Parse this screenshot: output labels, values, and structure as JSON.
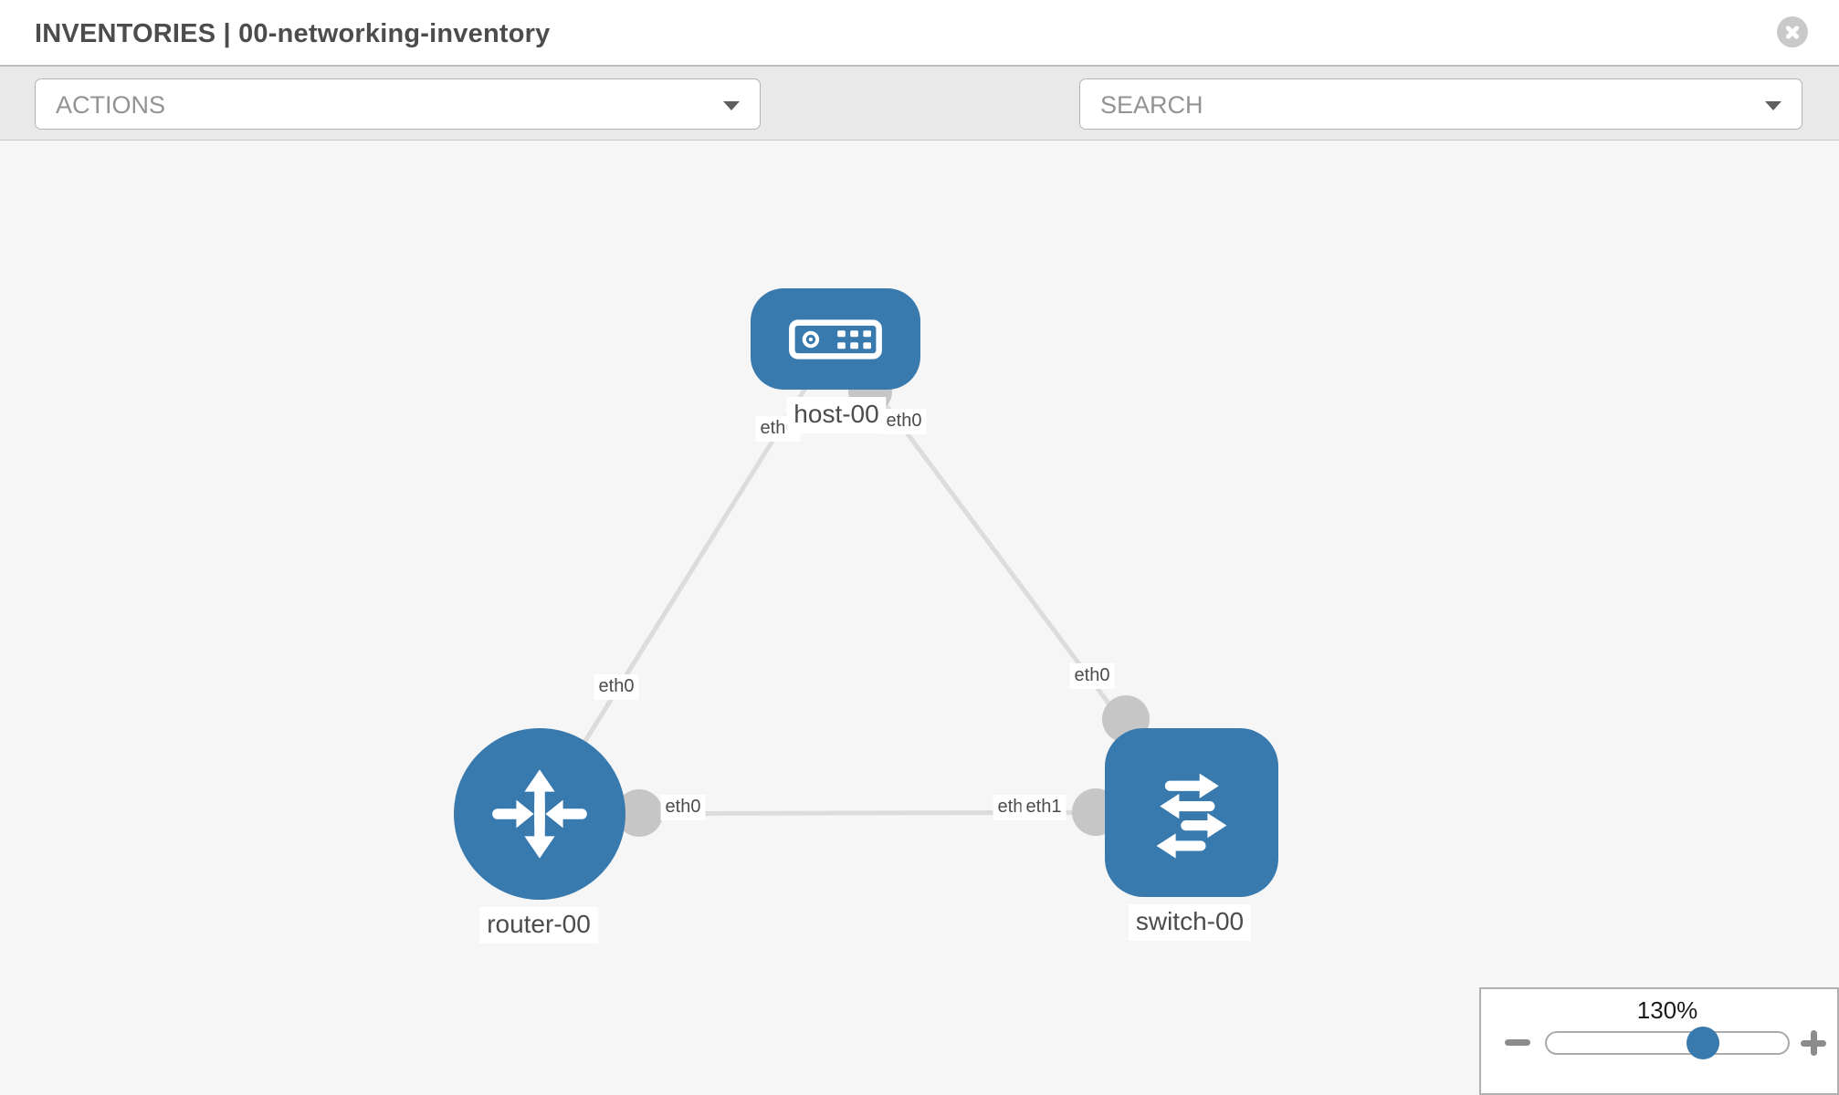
{
  "header": {
    "title": "INVENTORIES | 00-networking-inventory"
  },
  "toolbar": {
    "actions_placeholder": "ACTIONS",
    "search_placeholder": "SEARCH",
    "icons": [
      "wrench-icon",
      "key-icon"
    ]
  },
  "canvas": {
    "nodes": [
      {
        "label": "host-00",
        "type": "host"
      },
      {
        "label": "router-00",
        "type": "router"
      },
      {
        "label": "switch-00",
        "type": "switch"
      }
    ],
    "links": [
      {
        "from": "host-00",
        "from_interface": "eth0",
        "to": "router-00",
        "to_interface": "eth0"
      },
      {
        "from": "host-00",
        "from_interface": "eth0",
        "to": "switch-00",
        "to_interface": "eth0"
      },
      {
        "from": "router-00",
        "from_interface": "eth0",
        "to": "switch-00",
        "to_interface": "eth1",
        "to_interface_overlapped": "eth0"
      }
    ]
  },
  "zoom_control": {
    "level": "130%"
  },
  "colors": {
    "node_blue": "#3879ae",
    "link_gray": "#dcdcdc",
    "connector_gray": "#c6c6c6",
    "toolbar_bg": "#e9e9e9",
    "canvas_bg": "#f6f6f6",
    "label_text": "#4c4c4c",
    "title_text": "#4d4b4b",
    "icon_gray": "#8b9196"
  }
}
